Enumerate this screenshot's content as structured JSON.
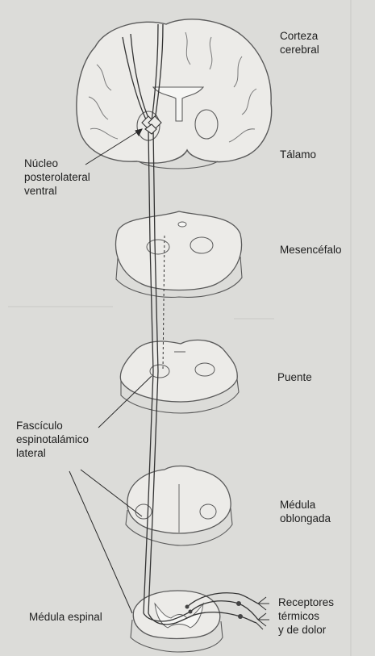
{
  "labels": {
    "corteza": "Corteza\ncerebral",
    "talamo": "Tálamo",
    "nucleo": "Núcleo\nposterolateral\nventral",
    "mesencefalo": "Mesencéfalo",
    "puente": "Puente",
    "fasciculo": "Fascículo\nespinotalámico\nlateral",
    "medula_oblongada": "Médula\noblongada",
    "receptores": "Receptores\ntérmicos\ny de dolor",
    "medula_espinal": "Médula espinal"
  },
  "colors": {
    "paper": "#dcdcd9",
    "tissue": "#ecebe8",
    "outline": "#555555",
    "ink": "#1e1e1e"
  }
}
